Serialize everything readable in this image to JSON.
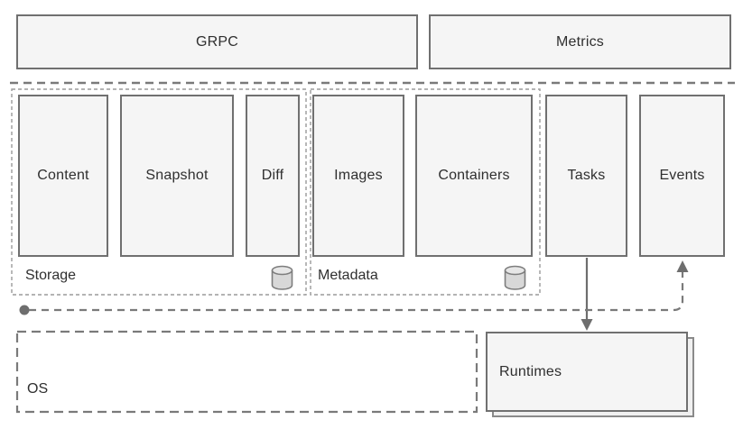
{
  "api_layer": {
    "grpc_label": "GRPC",
    "metrics_label": "Metrics"
  },
  "services": {
    "storage": {
      "label": "Storage",
      "components": [
        "Content",
        "Snapshot",
        "Diff"
      ],
      "icon": "database-cylinder"
    },
    "metadata": {
      "label": "Metadata",
      "components": [
        "Images",
        "Containers"
      ],
      "icon": "database-cylinder"
    },
    "tasks_label": "Tasks",
    "events_label": "Events"
  },
  "platform": {
    "os_label": "OS",
    "runtimes_label": "Runtimes"
  },
  "colors": {
    "box_fill": "#f5f5f5",
    "box_border": "#707070",
    "group_dash_border": "#9a9a9a",
    "connector": "#7a7a7a",
    "arrowhead": "#6e6e6e",
    "cylinder_fill": "#d8d8d8",
    "text": "#2f2f2f",
    "background": "#ffffff"
  }
}
